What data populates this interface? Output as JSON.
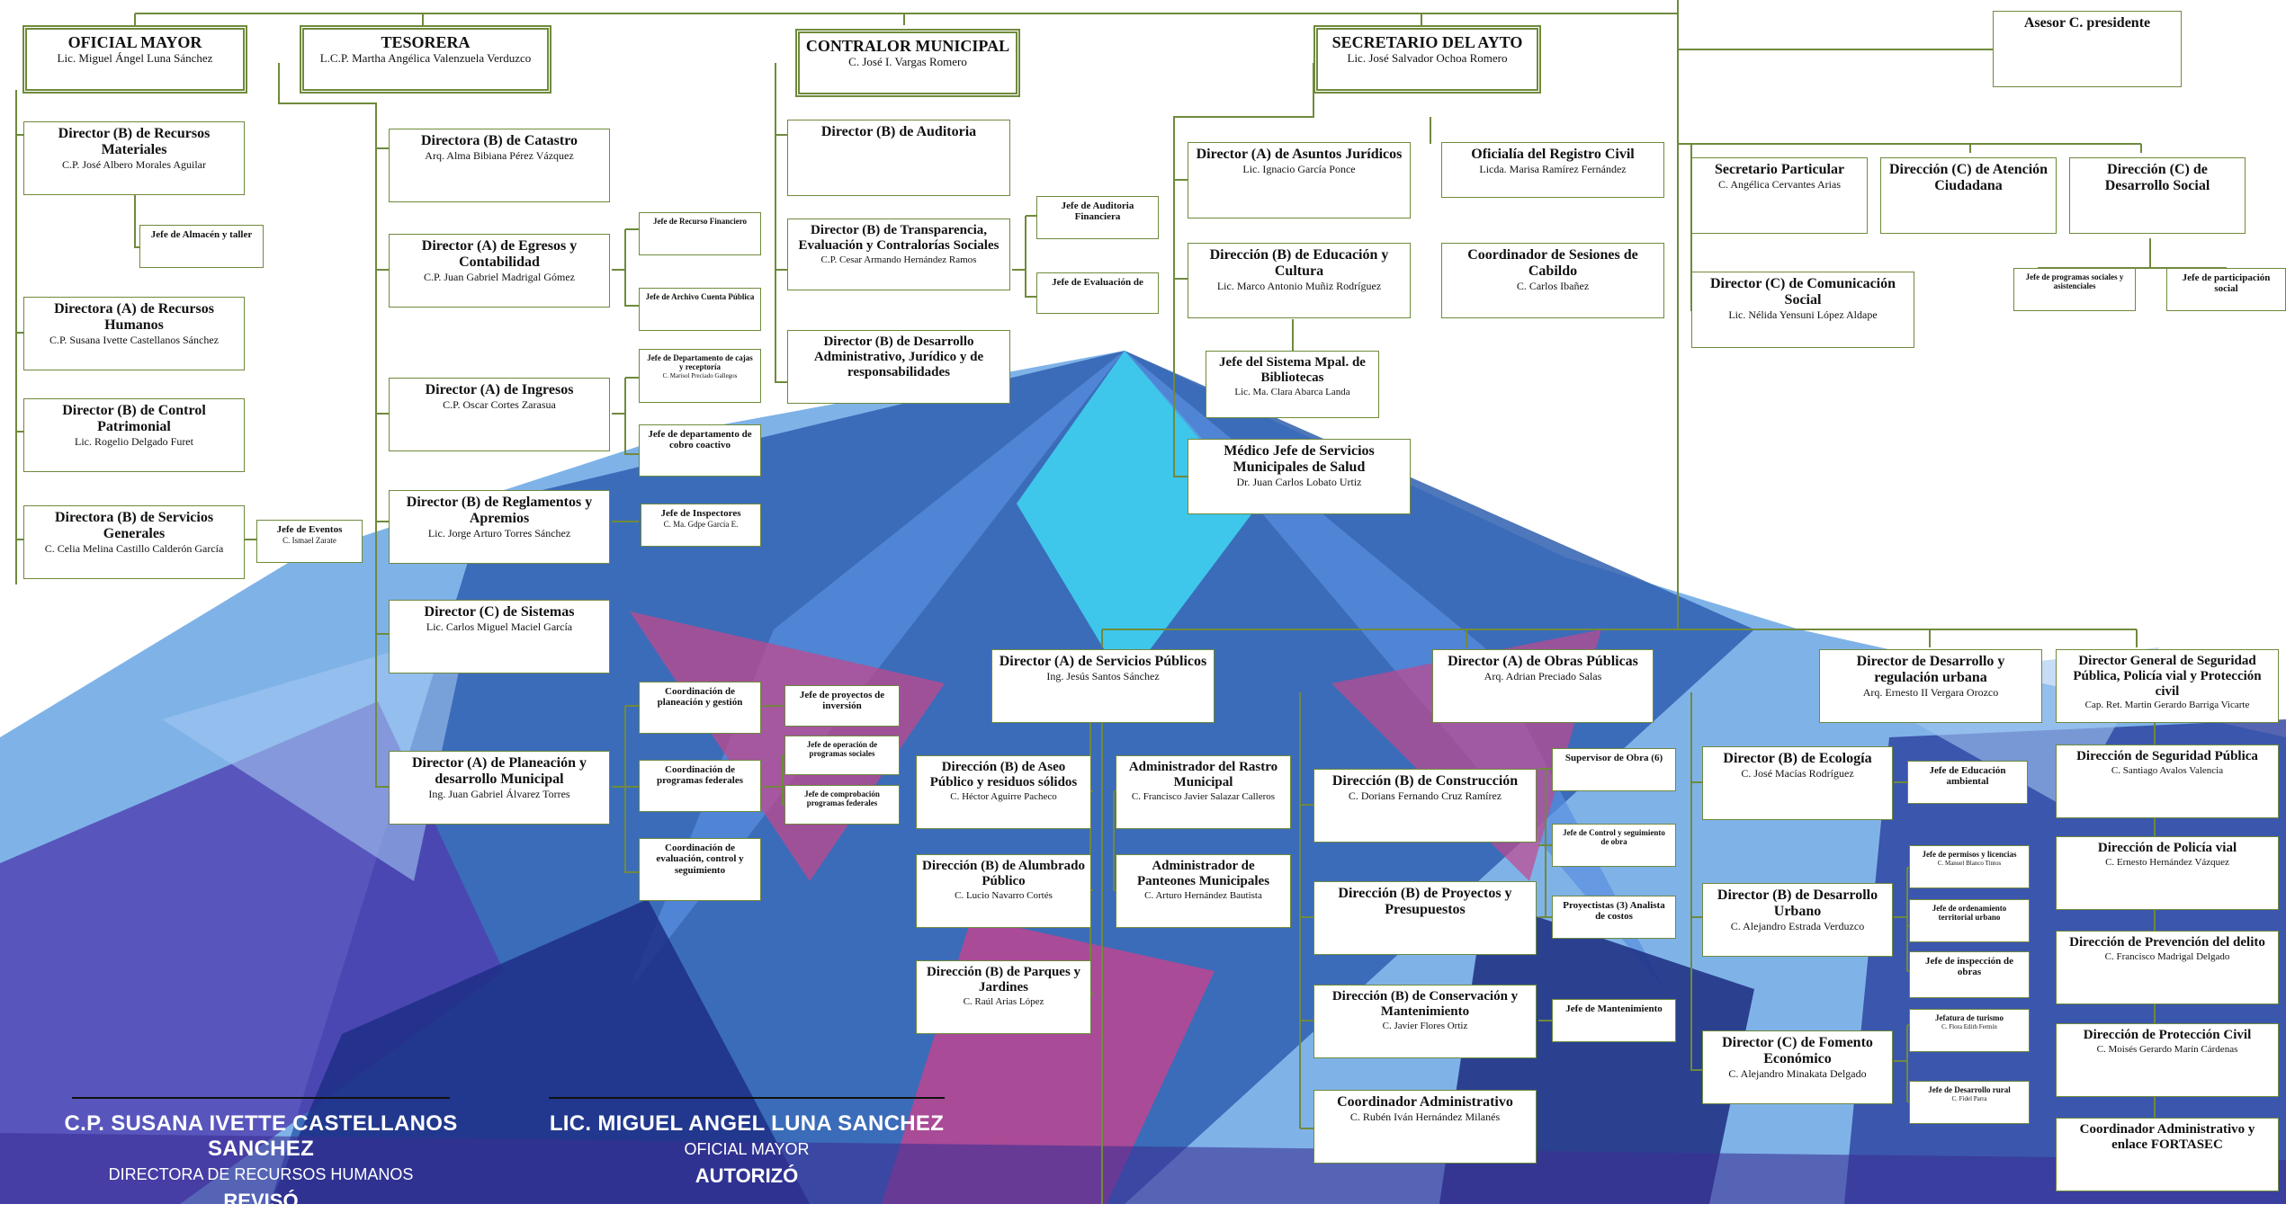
{
  "colors": {
    "line": "#6f8a3c",
    "signature_text": "#ffffff"
  },
  "top": {
    "oficial_mayor": {
      "title": "OFICIAL MAYOR",
      "name": "Lic. Miguel Ángel Luna Sánchez"
    },
    "tesorera": {
      "title": "TESORERA",
      "name": "L.C.P. Martha Angélica Valenzuela Verduzco"
    },
    "contralor": {
      "title": "CONTRALOR MUNICIPAL",
      "name": "C. José I. Vargas Romero"
    },
    "secretario": {
      "title": "SECRETARIO DEL AYTO",
      "name": "Lic. José Salvador Ochoa Romero"
    },
    "asesor": {
      "title": "Asesor C. presidente"
    }
  },
  "oficial_col": {
    "rec_materiales": {
      "title": "Director (B) de Recursos Materiales",
      "name": "C.P. José Albero Morales Aguilar"
    },
    "almacen": {
      "title": "Jefe de Almacén y taller"
    },
    "rec_humanos": {
      "title": "Directora (A) de Recursos Humanos",
      "name": "C.P. Susana Ivette Castellanos Sánchez"
    },
    "control_patrimonial": {
      "title": "Director (B) de Control Patrimonial",
      "name": "Lic. Rogelio Delgado Furet"
    },
    "servicios_generales": {
      "title": "Directora (B) de Servicios Generales",
      "name": "C. Celia Melina Castillo Calderón García"
    },
    "eventos": {
      "title": "Jefe de Eventos",
      "name": "C. Ismael Zarate"
    }
  },
  "tesoreria_col": {
    "catastro": {
      "title": "Directora (B) de Catastro",
      "name": "Arq. Alma Bibiana Pérez Vázquez"
    },
    "egresos": {
      "title": "Director (A) de Egresos y Contabilidad",
      "name": "C.P. Juan Gabriel Madrigal Gómez"
    },
    "recurso_financiero": {
      "title": "Jefe de Recurso Financiero"
    },
    "archivo_cuenta": {
      "title": "Jefe de Archivo Cuenta Pública"
    },
    "ingresos": {
      "title": "Director (A) de Ingresos",
      "name": "C.P. Oscar Cortes Zarasua"
    },
    "cajas": {
      "title": "Jefe de Departamento de cajas y receptoría",
      "name": "C. Marisol Preciado Gallegos"
    },
    "cobro": {
      "title": "Jefe de departamento de cobro coactivo"
    },
    "reglamentos": {
      "title": "Director (B) de Reglamentos y Apremios",
      "name": "Lic. Jorge Arturo Torres Sánchez"
    },
    "inspectores": {
      "title": "Jefe de Inspectores",
      "name": "C. Ma. Gdpe García E."
    },
    "sistemas": {
      "title": "Director (C) de Sistemas",
      "name": "Lic. Carlos Miguel Maciel García"
    },
    "planeacion": {
      "title": "Director (A) de Planeación y desarrollo Municipal",
      "name": "Ing. Juan Gabriel Álvarez Torres"
    },
    "coord_planeacion": {
      "title": "Coordinación de planeación y gestión"
    },
    "coord_programas": {
      "title": "Coordinación de programas federales"
    },
    "coord_evaluacion": {
      "title": "Coordinación de evaluación, control y seguimiento"
    },
    "proyectos_inversion": {
      "title": "Jefe de proyectos de inversión"
    },
    "operacion_programas": {
      "title": "Jefe de operación de programas sociales"
    },
    "comprobacion": {
      "title": "Jefe de comprobación programas federales"
    }
  },
  "contralor_col": {
    "auditoria": {
      "title": "Director (B) de Auditoria"
    },
    "transparencia": {
      "title": "Director (B) de Transparencia, Evaluación y Contralorías Sociales",
      "name": "C.P. Cesar Armando Hernández Ramos"
    },
    "auditoria_financiera": {
      "title": "Jefe de Auditoria Financiera"
    },
    "evaluacion": {
      "title": "Jefe de Evaluación de"
    },
    "desarrollo_admin": {
      "title": "Director (B) de Desarrollo Administrativo, Jurídico y de responsabilidades"
    }
  },
  "secretario_col": {
    "juridicos": {
      "title": "Director (A) de Asuntos Jurídicos",
      "name": "Lic. Ignacio García Ponce"
    },
    "registro_civil": {
      "title": "Oficialía del Registro Civil",
      "name": "Licda. Marisa Ramírez Fernández"
    },
    "educacion": {
      "title": "Dirección (B) de Educación y Cultura",
      "name": "Lic. Marco Antonio Muñiz Rodríguez"
    },
    "cabildo": {
      "title": "Coordinador de Sesiones de Cabildo",
      "name": "C. Carlos Ibañez"
    },
    "bibliotecas": {
      "title": "Jefe del Sistema Mpal. de Bibliotecas",
      "name": "Lic. Ma. Clara Abarca Landa"
    },
    "salud": {
      "title": "Médico Jefe de Servicios Municipales de Salud",
      "name": "Dr. Juan Carlos Lobato Urtiz"
    }
  },
  "presidente_col": {
    "secretario_particular": {
      "title": "Secretario Particular",
      "name": "C. Angélica Cervantes Arias"
    },
    "atencion": {
      "title": "Dirección (C) de Atención Ciudadana"
    },
    "desarrollo_social": {
      "title": "Dirección (C) de Desarrollo Social"
    },
    "comunicacion": {
      "title": "Director (C) de Comunicación Social",
      "name": "Lic. Nélida Yensuni López Aldape"
    },
    "programas_sociales": {
      "title": "Jefe de programas sociales y asistenciales"
    },
    "participacion": {
      "title": "Jefe de participación social"
    }
  },
  "servicios_col": {
    "head": {
      "title": "Director (A) de Servicios Públicos",
      "name": "Ing. Jesús Santos Sánchez"
    },
    "aseo": {
      "title": "Dirección (B) de Aseo Público y residuos sólidos",
      "name": "C. Héctor Aguirre Pacheco"
    },
    "alumbrado": {
      "title": "Dirección (B) de Alumbrado Público",
      "name": "C. Lucio Navarro Cortés"
    },
    "parques": {
      "title": "Dirección (B) de Parques y Jardines",
      "name": "C. Raúl Arias López"
    },
    "rastro": {
      "title": "Administrador del Rastro Municipal",
      "name": "C. Francisco Javier Salazar Calleros"
    },
    "panteones": {
      "title": "Administrador de Panteones Municipales",
      "name": "C. Arturo Hernández Bautista"
    }
  },
  "obras_col": {
    "head": {
      "title": "Director (A) de Obras Públicas",
      "name": "Arq. Adrian Preciado Salas"
    },
    "construccion": {
      "title": "Dirección (B) de Construcción",
      "name": "C. Dorians Fernando Cruz Ramírez"
    },
    "proyectos": {
      "title": "Dirección (B) de Proyectos y Presupuestos"
    },
    "conservacion": {
      "title": "Dirección (B) de Conservación y Mantenimiento",
      "name": "C. Javier Flores Ortiz"
    },
    "coord_admin": {
      "title": "Coordinador Administrativo",
      "name": "C. Rubén Iván Hernández Milanés"
    },
    "supervisor": {
      "title": "Supervisor de Obra (6)"
    },
    "control_obra": {
      "title": "Jefe de Control y seguimiento de obra"
    },
    "proyectistas": {
      "title": "Proyectistas (3) Analista de costos"
    },
    "mantenimiento": {
      "title": "Jefe de Mantenimiento"
    }
  },
  "urbano_col": {
    "head": {
      "title": "Director de Desarrollo y regulación urbana",
      "name": "Arq. Ernesto II Vergara Orozco"
    },
    "ecologia": {
      "title": "Director (B) de Ecología",
      "name": "C. José Macías Rodríguez"
    },
    "educacion_ambiental": {
      "title": "Jefe de Educación ambiental"
    },
    "desarrollo_urbano": {
      "title": "Director (B) de Desarrollo Urbano",
      "name": "C. Alejandro Estrada Verduzco"
    },
    "permisos": {
      "title": "Jefe de permisos y licencias",
      "name": "C. Manuel Blanco Tintos"
    },
    "ordenamiento": {
      "title": "Jefe de ordenamiento territorial urbano"
    },
    "inspeccion": {
      "title": "Jefe de inspección de obras"
    },
    "fomento": {
      "title": "Director (C) de Fomento Económico",
      "name": "C. Alejandro Minakata Delgado"
    },
    "turismo": {
      "title": "Jefatura de turismo",
      "name": "C. Flora Edith Fermín"
    },
    "rural": {
      "title": "Jefe de Desarrollo rural",
      "name": "C. Fidel Parra"
    }
  },
  "seguridad_col": {
    "head": {
      "title": "Director General de Seguridad Pública, Policía vial y Protección civil",
      "name": "Cap. Ret. Martin Gerardo Barriga Vicarte"
    },
    "seg_publica": {
      "title": "Dirección de Seguridad Pública",
      "name": "C. Santiago Avalos Valencia"
    },
    "policia_vial": {
      "title": "Dirección de Policía vial",
      "name": "C. Ernesto Hernández Vázquez"
    },
    "prevencion": {
      "title": "Dirección de Prevención del delito",
      "name": "C. Francisco Madrigal Delgado"
    },
    "proteccion": {
      "title": "Dirección de Protección Civil",
      "name": "C. Moisés Gerardo Marín Cárdenas"
    },
    "fortasec": {
      "title": "Coordinador Administrativo y enlace FORTASEC"
    }
  },
  "signatures": [
    {
      "name": "C.P. SUSANA IVETTE CASTELLANOS SANCHEZ",
      "role": "DIRECTORA DE RECURSOS HUMANOS",
      "action": "REVISÓ"
    },
    {
      "name": "LIC. MIGUEL ANGEL LUNA SANCHEZ",
      "role": "OFICIAL MAYOR",
      "action": "AUTORIZÓ"
    }
  ]
}
